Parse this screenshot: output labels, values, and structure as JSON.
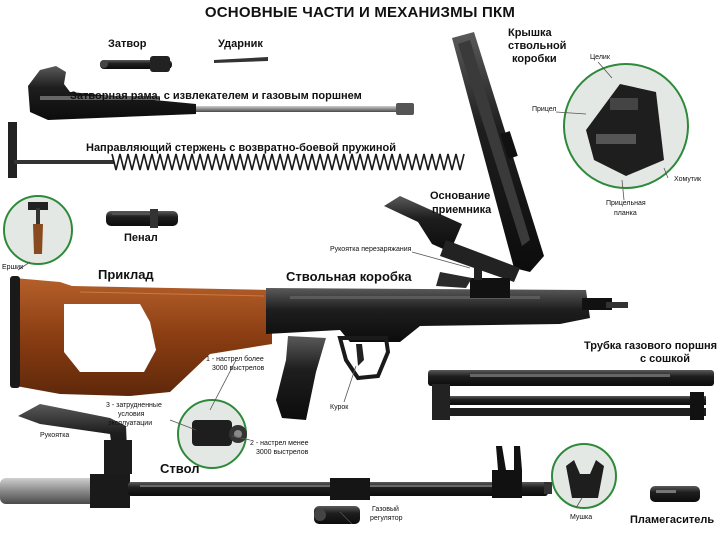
{
  "title": "ОСНОВНЫЕ ЧАСТИ И МЕХАНИЗМЫ ПКМ",
  "labels": {
    "zatvor": "Затвор",
    "udarnik": "Ударник",
    "kryshka_1": "Крышка",
    "kryshka_2": "ствольной",
    "kryshka_3": "коробки",
    "tselik": "Целик",
    "pritsel": "Прицел",
    "homutik": "Хомутик",
    "planka_1": "Прицельная",
    "planka_2": "планка",
    "rama": "Затворная рама, с извлекателем и газовым поршнем",
    "sterzhen": "Направляющий стержень с возвратно-боевой пружиной",
    "osnovanie_1": "Основание",
    "osnovanie_2": "приемника",
    "penal": "Пенал",
    "rukoyatka_perezaryazhaniya": "Рукоятка перезаряжания",
    "ershik": "Ершик",
    "priklad": "Приклад",
    "stvolnaya_korobka": "Ствольная коробка",
    "trubka_1": "Трубка газового поршня",
    "trubka_2": "с сошкой",
    "nastrel_1a": "1 - настрел более",
    "nastrel_1b": "3000 выстрелов",
    "kurok": "Курок",
    "usloviya_1": "3 - затрудненные",
    "usloviya_2": "условия",
    "usloviya_3": "эксплуатации",
    "rukoyatka": "Рукоятка",
    "nastrel_2a": "2 - настрел менее",
    "nastrel_2b": "3000 выстрелов",
    "stvol": "Ствол",
    "regulator_1": "Газовый",
    "regulator_2": "регулятор",
    "mushka": "Мушка",
    "plamegasitel": "Пламегаситель"
  },
  "colors": {
    "metal": "#1a1a1a",
    "metal_mid": "#3a3a3a",
    "metal_light": "#7a7a7a",
    "wood": "#8a3d12",
    "wood_light": "#b5602a",
    "circle_bg": "#e4e8e4",
    "circle_rim": "#2e8a3a",
    "leader": "#555555"
  }
}
